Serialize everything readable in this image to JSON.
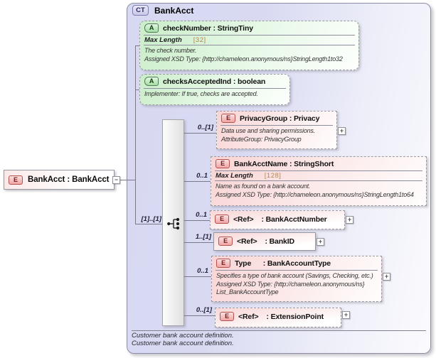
{
  "diagram": {
    "root_element": {
      "badge": "E",
      "label": "BankAcct : BankAcct",
      "collapser": "−"
    },
    "complex_type": {
      "badge": "CT",
      "name": "BankAcct",
      "footer_lines": [
        "Customer bank account definition.",
        "Customer bank account definition."
      ]
    },
    "attributes": [
      {
        "badge": "A",
        "label": "checkNumber : StringTiny",
        "facet": {
          "label": "Max Length",
          "value": "[32]"
        },
        "annotations": [
          "The check number.",
          "Assigned XSD Type: {http://chameleon.anonymous/ns}StringLength1to32"
        ]
      },
      {
        "badge": "A",
        "label": "checksAcceptedInd : boolean",
        "annotations": [
          "Implementer: If true, checks are accepted."
        ]
      }
    ],
    "sequence": {
      "cardinality": "[1]..[1]",
      "icon": "sequence-model-group"
    },
    "elements": [
      {
        "badge": "E",
        "cardinality": "0..[1]",
        "label": "PrivacyGroup : Privacy",
        "annotations": [
          "Data use and sharing permissions.",
          "AttributeGroup: PrivacyGroup"
        ],
        "expander": "+"
      },
      {
        "badge": "E",
        "cardinality": "0..1",
        "label": "BankAcctName : StringShort",
        "facet": {
          "label": "Max Length",
          "value": "[128]"
        },
        "annotations": [
          "Name as found on a bank account.",
          "Assigned XSD Type: {http://chameleon.anonymous/ns}StringLength1to64"
        ]
      },
      {
        "badge": "E",
        "cardinality": "0..1",
        "label": "<Ref>    : BankAcctNumber",
        "expander": "+"
      },
      {
        "badge": "E",
        "cardinality": "1..[1]",
        "label": "<Ref>    : BankID",
        "expander": "+"
      },
      {
        "badge": "E",
        "cardinality": "0..1",
        "label": "Type      : BankAccountType",
        "annotations": [
          "Specifies a type of bank account (Savings, Checking, etc.)",
          "Assigned XSD Type: {http://chameleon.anonymous/ns}",
          "List_BankAccountType"
        ],
        "expander": "+"
      },
      {
        "badge": "E",
        "cardinality": "0..[1]",
        "label": "<Ref>    : ExtensionPoint",
        "expander": "+"
      }
    ],
    "colors": {
      "container_fill": "#d8d9f2",
      "attribute_fill": "#cdeecd",
      "element_fill": "#f8d2d2",
      "line": "#7a7a8a",
      "facet_value": "#b5854a"
    }
  }
}
